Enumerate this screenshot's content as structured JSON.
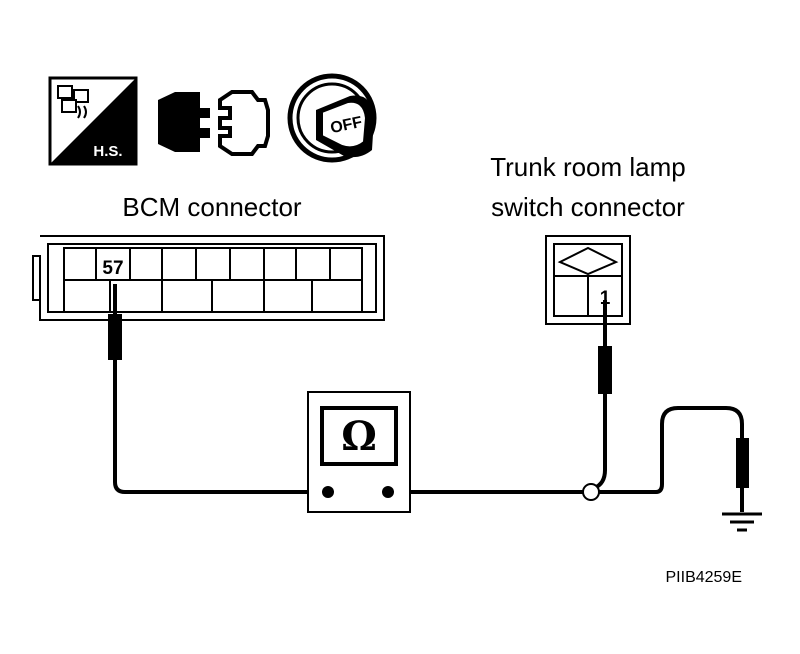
{
  "icons": {
    "harness_sign_text": "H.S.",
    "ignition_key_text": "OFF",
    "names": [
      "harness-sign-icon",
      "disconnect-connector-icon",
      "ignition-off-icon",
      "ohmmeter-icon",
      "ground-icon"
    ]
  },
  "bcm_connector": {
    "label": "BCM connector",
    "pin": "57"
  },
  "trunk_switch_connector": {
    "label_line1": "Trunk room lamp",
    "label_line2": "switch connector",
    "pin": "1"
  },
  "meter": {
    "symbol": "Ω"
  },
  "reference_code": "PIIB4259E"
}
